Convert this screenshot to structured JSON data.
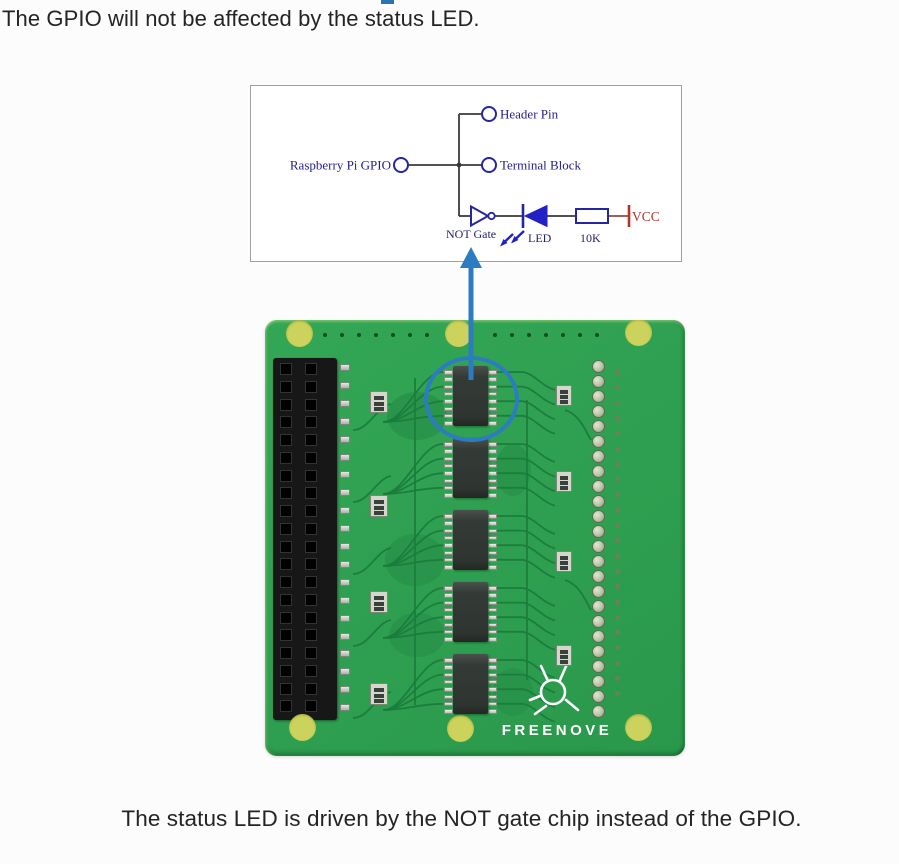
{
  "document": {
    "intro_text": "The GPIO will not be affected by the status LED.",
    "caption_text": "The status LED is driven by the NOT gate chip instead of the GPIO."
  },
  "schematic": {
    "gpio_label": "Raspberry Pi GPIO",
    "header_pin_label": "Header Pin",
    "terminal_block_label": "Terminal Block",
    "not_gate_label": "NOT Gate",
    "led_label": "LED",
    "resistor_label": "10K",
    "vcc_label": "VCC"
  },
  "pcb": {
    "brand_label": "FREENOVE"
  },
  "colors": {
    "annotation_blue": "#2d7cc1",
    "schematic_navy": "#2626a0",
    "schematic_wire": "#3a3a3a",
    "vcc_red": "#b23529",
    "led_blue": "#2121c6",
    "board_green": "#2fa051",
    "trace_green": "#1b7c3c"
  }
}
